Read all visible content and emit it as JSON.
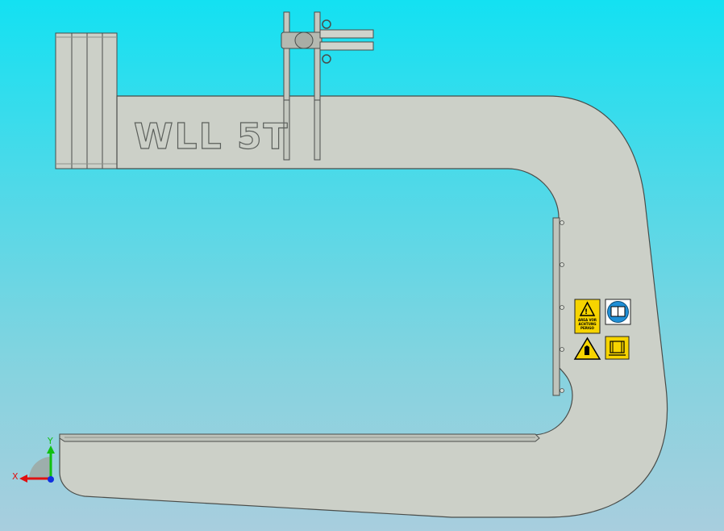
{
  "model": {
    "frame_marking": "WLL 5T"
  },
  "triad": {
    "x_label": "X",
    "y_label": "Y"
  },
  "safety_signs": {
    "warning_caption_1": "AREA VOR",
    "warning_caption_2": "ACHTUNG",
    "warning_caption_3": "PERIGO"
  },
  "colors": {
    "frame": "#ccd0c8",
    "frame_edge": "#4a4d4a",
    "x_axis": "#e01010",
    "y_axis": "#10c010",
    "z_axis": "#1030e0",
    "sign_yellow": "#f6d400",
    "sign_blue": "#1f8fd6"
  }
}
